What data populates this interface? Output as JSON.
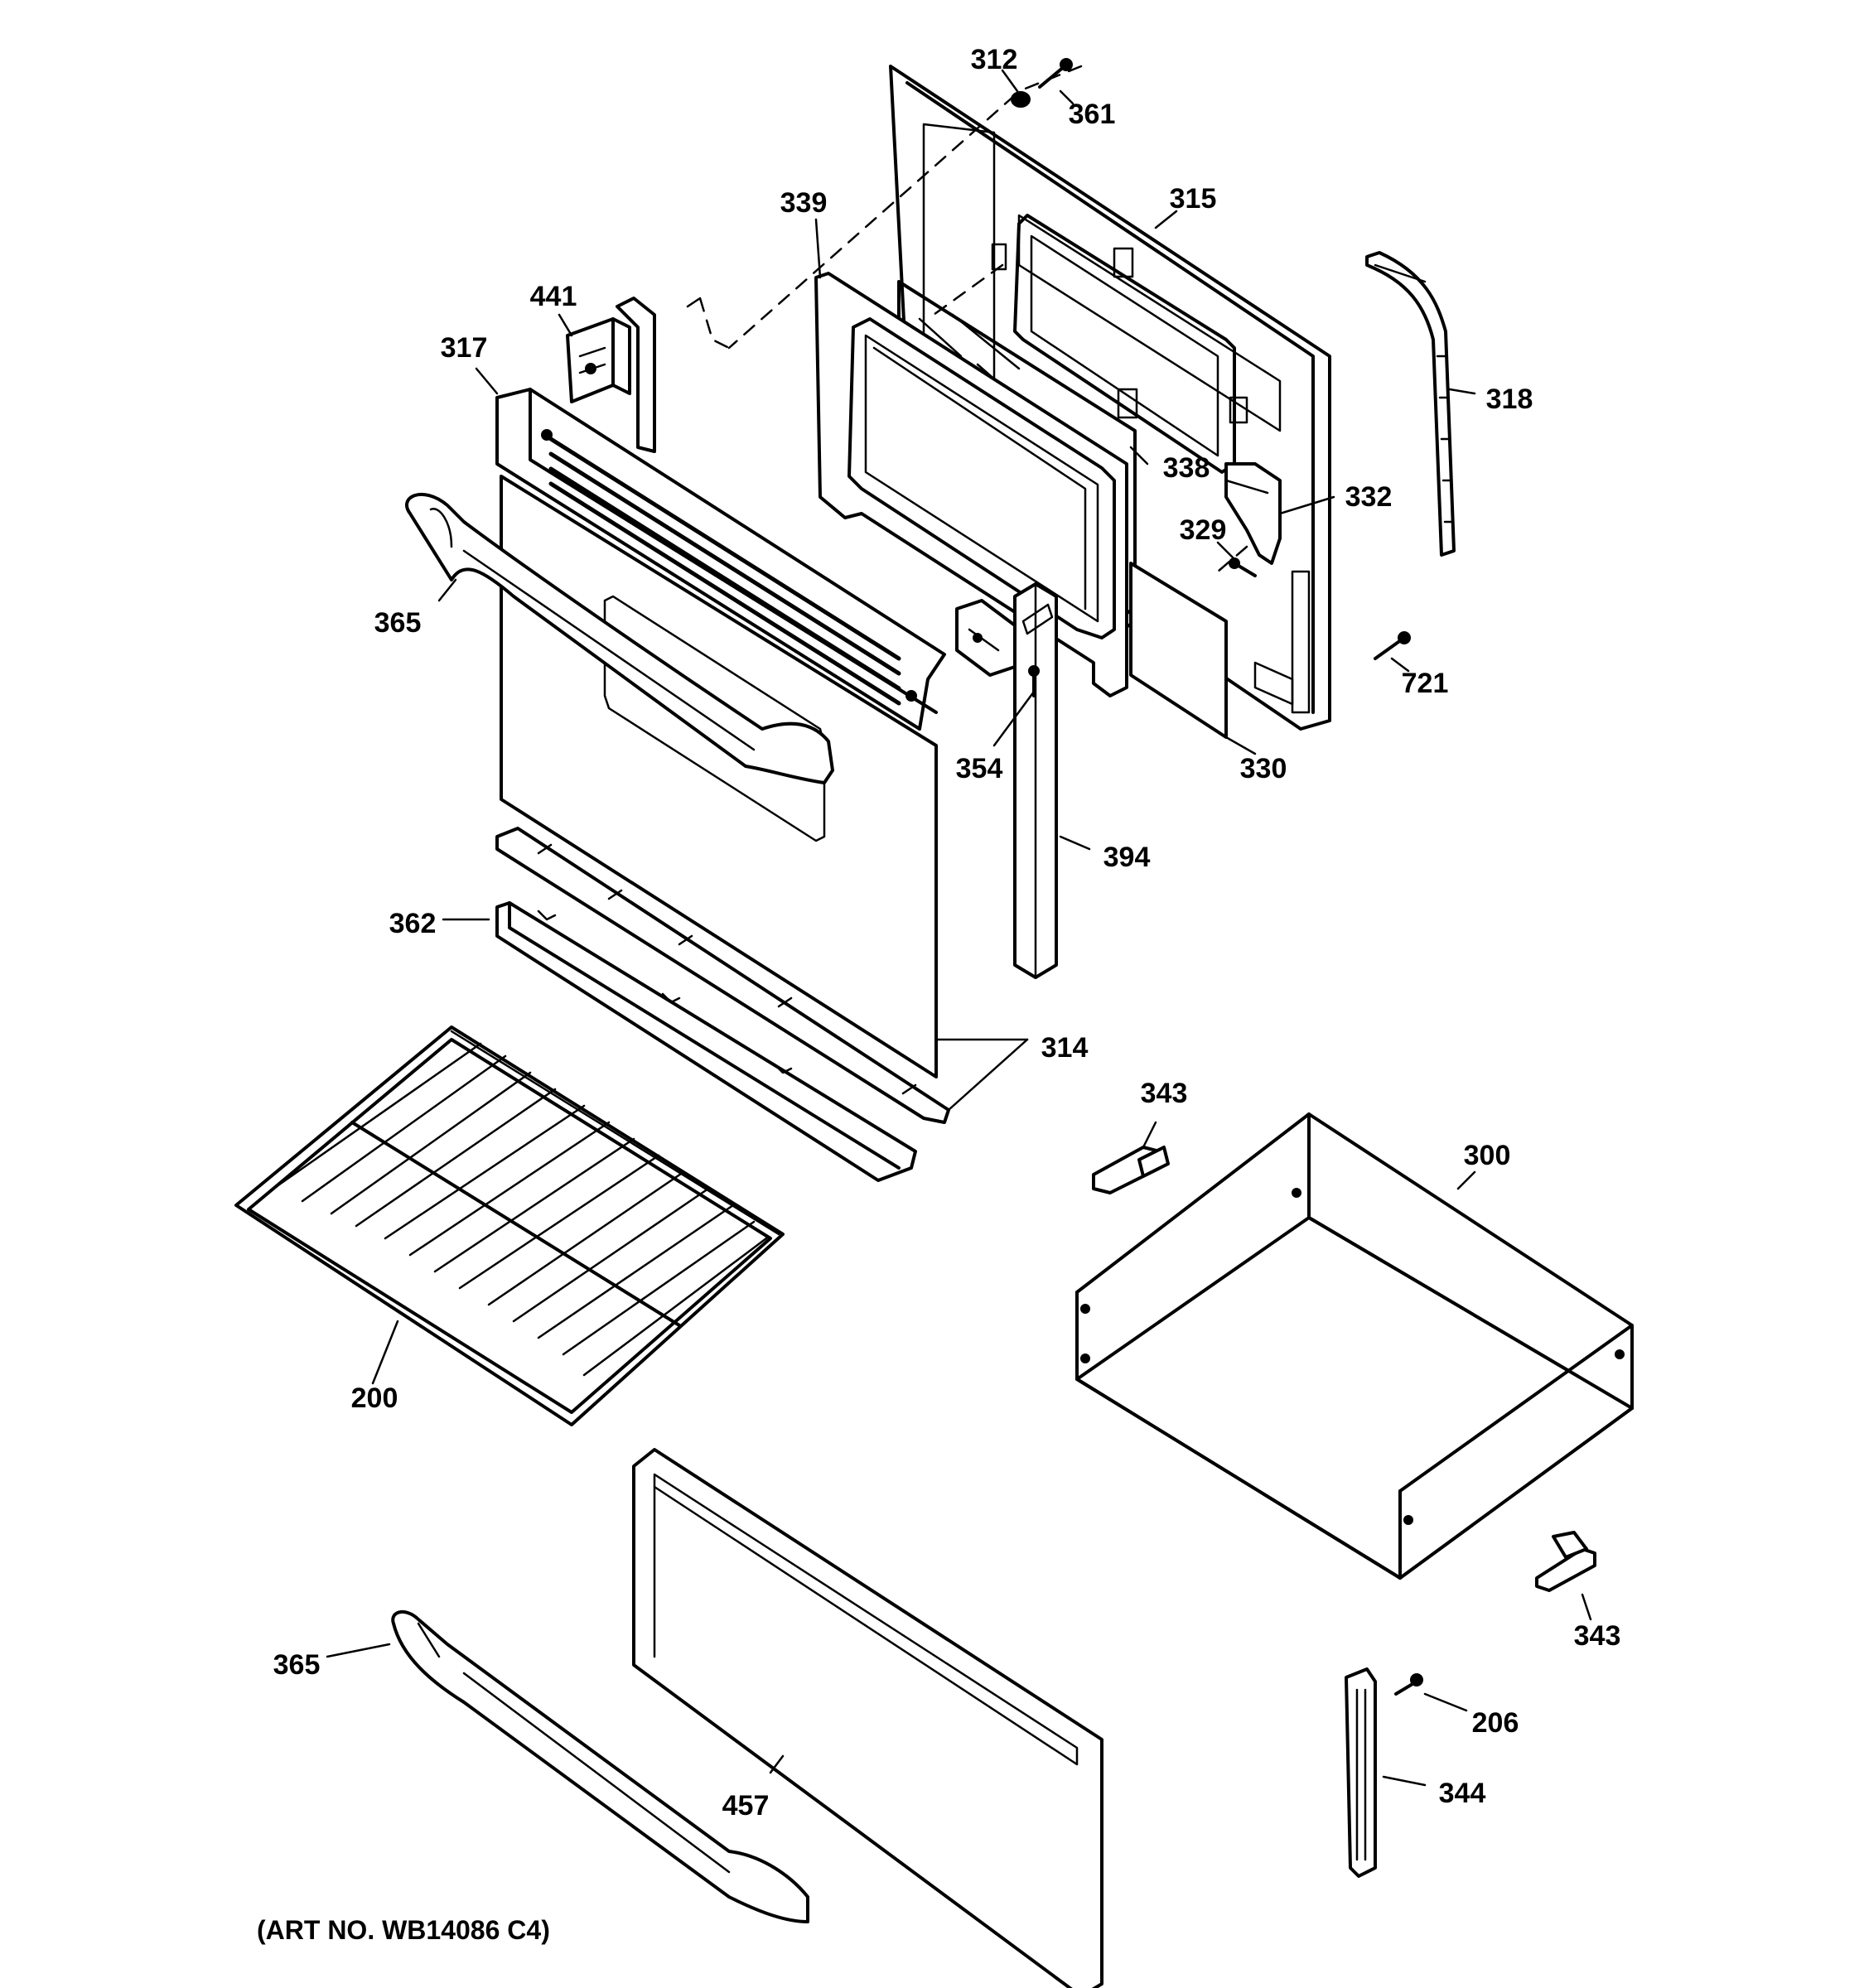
{
  "callouts": [
    "312",
    "361",
    "339",
    "315",
    "441",
    "317",
    "318",
    "338",
    "332",
    "329",
    "365",
    "721",
    "354",
    "330",
    "394",
    "362",
    "314",
    "343",
    "300",
    "200",
    "343",
    "206",
    "365",
    "344",
    "457"
  ],
  "caption": "(ART NO. WB14086 C4)"
}
